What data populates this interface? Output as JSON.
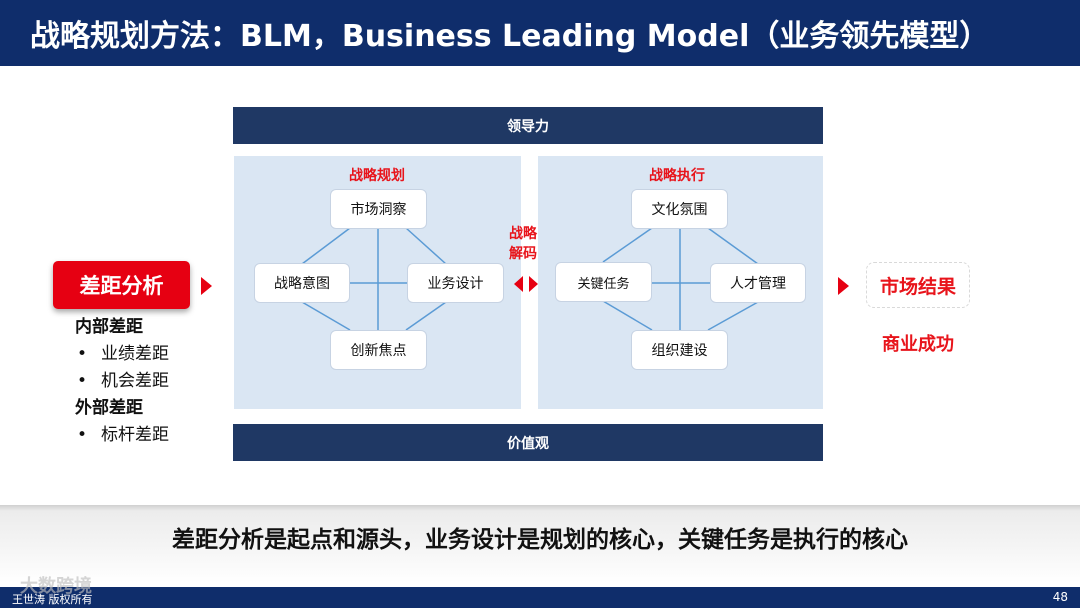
{
  "header": {
    "title": "战略规划方法：BLM，Business Leading Model（业务领先模型）"
  },
  "bars": {
    "top": "领导力",
    "bottom": "价值观"
  },
  "left_panel": {
    "title": "战略规划",
    "nodes": {
      "top": "市场洞察",
      "left": "战略意图",
      "right": "业务设计",
      "bottom": "创新焦点"
    }
  },
  "right_panel": {
    "title": "战略执行",
    "nodes": {
      "top": "文化氛围",
      "left": "关键任务",
      "right": "人才管理",
      "bottom": "组织建设"
    }
  },
  "decode": {
    "line1": "战略",
    "line2": "解码"
  },
  "gap": {
    "button": "差距分析",
    "internal": "内部差距",
    "internal_items": [
      "业绩差距",
      "机会差距"
    ],
    "external": "外部差距",
    "external_items": [
      "标杆差距"
    ]
  },
  "result": {
    "box": "市场结果",
    "sub": "商业成功"
  },
  "summary": "差距分析是起点和源头，业务设计是规划的核心，关键任务是执行的核心",
  "footer": {
    "left": "王世涛 版权所有",
    "page": "48"
  },
  "watermark": "大数跨境",
  "colors": {
    "navy": "#1f3864",
    "header": "#0f2d6b",
    "accent_red": "#e60012",
    "panel": "#dae6f3"
  }
}
